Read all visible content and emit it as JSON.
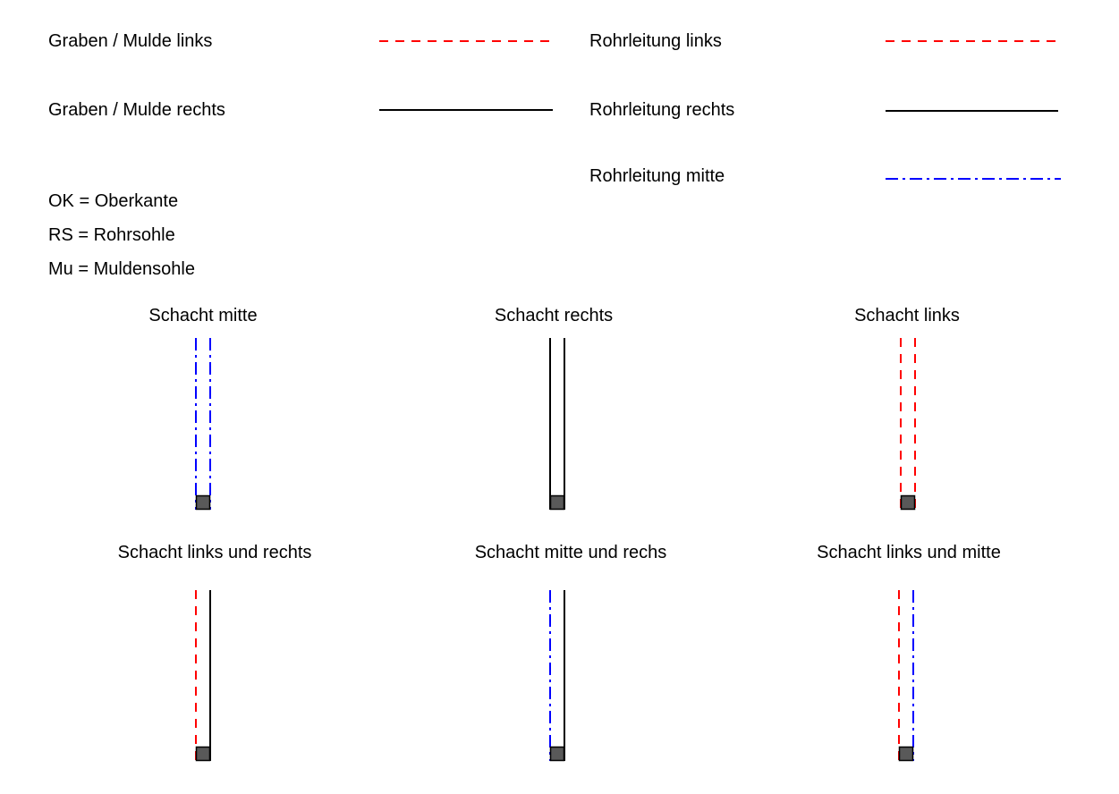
{
  "colors": {
    "red": "#ff0000",
    "black": "#000000",
    "blue": "#0000ff",
    "shaft_fill": "#595959"
  },
  "legend": {
    "graben_links": "Graben / Mulde links",
    "graben_rechts": "Graben / Mulde rechts",
    "rohr_links": "Rohrleitung links",
    "rohr_rechts": "Rohrleitung rechts",
    "rohr_mitte": "Rohrleitung mitte"
  },
  "abbreviations": {
    "ok": "OK = Oberkante",
    "rs": "RS = Rohrsohle",
    "mu": "Mu = Muldensohle"
  },
  "shafts": [
    {
      "title": "Schacht mitte",
      "left_line": "blue-dashdot",
      "right_line": "blue-dashdot"
    },
    {
      "title": "Schacht rechts",
      "left_line": "black-solid",
      "right_line": "black-solid"
    },
    {
      "title": "Schacht links",
      "left_line": "red-dashed",
      "right_line": "red-dashed"
    },
    {
      "title": "Schacht links und rechts",
      "left_line": "red-dashed",
      "right_line": "black-solid"
    },
    {
      "title": "Schacht mitte und rechs",
      "left_line": "blue-dashdot",
      "right_line": "black-solid"
    },
    {
      "title": "Schacht links und mitte",
      "left_line": "red-dashed",
      "right_line": "blue-dashdot"
    }
  ]
}
